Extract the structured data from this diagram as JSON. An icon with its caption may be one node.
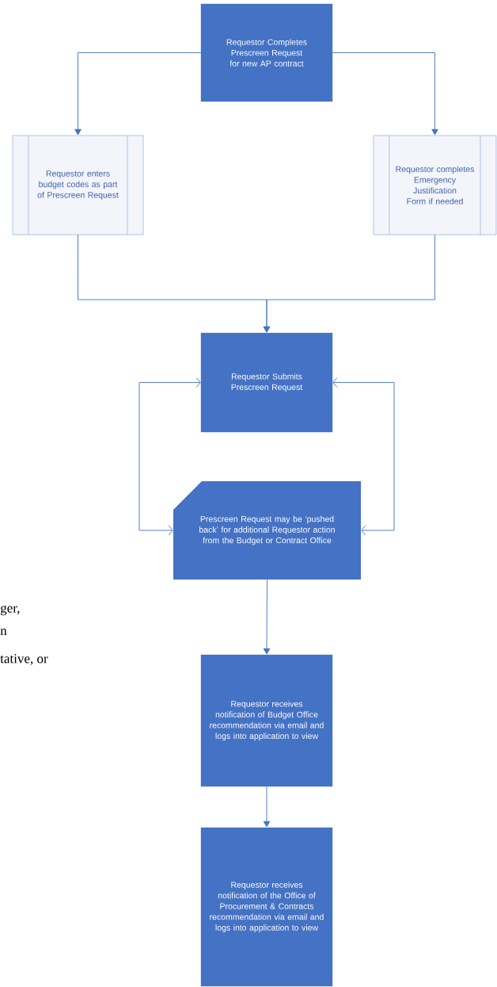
{
  "diagram": {
    "nodes": [
      {
        "text": [
          "Requestor Completes Prescreen Request for new AP contract"
        ]
      },
      {
        "text": [
          "Requestor enters budget codes as part of Prescreen Request"
        ]
      },
      {
        "text": [
          "Requestor completes Emergency Justification Form if needed"
        ]
      },
      {
        "text": [
          "Requestor Submits Prescreen Request"
        ]
      },
      {
        "text": [
          "Prescreen Request may be ‘pushed back’ for additional Requestor action from the Budget or Contract Office"
        ]
      },
      {
        "text": [
          "Requestor receives notification of Budget Office recommendation via email and logs into application to view"
        ]
      },
      {
        "text": [
          "Requestor receives notification of the Office of Procurement & Contracts recommendation via email and logs into application to view"
        ]
      }
    ],
    "edges": [
      {
        "from": 0,
        "to": 1,
        "arrow": "to"
      },
      {
        "from": 0,
        "to": 2,
        "arrow": "to"
      },
      {
        "from": 1,
        "to": 3,
        "arrow": "to"
      },
      {
        "from": 2,
        "to": 3,
        "arrow": "to"
      },
      {
        "from": 3,
        "to": 4,
        "arrow": "both"
      },
      {
        "from": 3,
        "to": 4,
        "arrow": "both"
      },
      {
        "from": 4,
        "to": 5,
        "arrow": "to"
      },
      {
        "from": 5,
        "to": 6,
        "arrow": "to"
      }
    ],
    "labels": [
      "ger,",
      "n",
      "tative, or"
    ]
  }
}
